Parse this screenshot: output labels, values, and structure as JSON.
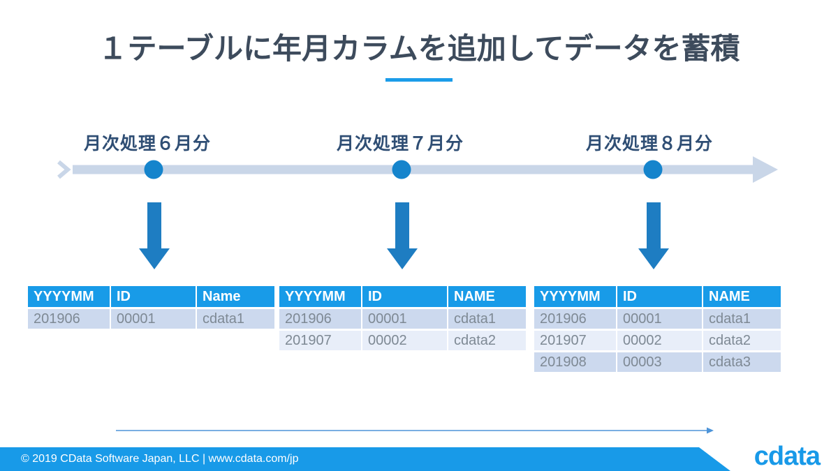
{
  "slide": {
    "title": "１テーブルに年月カラムを追加してデータを蓄積"
  },
  "timeline": {
    "labels": [
      "月次処理６月分",
      "月次処理７月分",
      "月次処理８月分"
    ]
  },
  "tables": [
    {
      "headers": [
        "YYYYMM",
        "ID",
        "Name"
      ],
      "rows": [
        [
          "201906",
          "00001",
          "cdata1"
        ]
      ]
    },
    {
      "headers": [
        "YYYYMM",
        "ID",
        "NAME"
      ],
      "rows": [
        [
          "201906",
          "00001",
          "cdata1"
        ],
        [
          "201907",
          "00002",
          "cdata2"
        ]
      ]
    },
    {
      "headers": [
        "YYYYMM",
        "ID",
        "NAME"
      ],
      "rows": [
        [
          "201906",
          "00001",
          "cdata1"
        ],
        [
          "201907",
          "00002",
          "cdata2"
        ],
        [
          "201908",
          "00003",
          "cdata3"
        ]
      ]
    }
  ],
  "footer": {
    "text": "© 2019 CData Software Japan, LLC |  www.cdata.com/jp",
    "logo": "cdata"
  },
  "colors": {
    "accent_blue": "#189BE8",
    "table_header_bg": "#189BE8",
    "row_dark": "#CCD9EE",
    "row_light": "#E8EEF9",
    "timeline_bar": "#C9D6E8",
    "timeline_dot": "#1584CC",
    "down_arrow": "#1E7DC2",
    "title_text": "#3D4B5C",
    "label_text": "#2F4E74",
    "footer_bar": "#189AE8",
    "logo_blue": "#1899E8",
    "title_underline": "#1B9CE9",
    "bottom_line": "#4D94D9"
  }
}
